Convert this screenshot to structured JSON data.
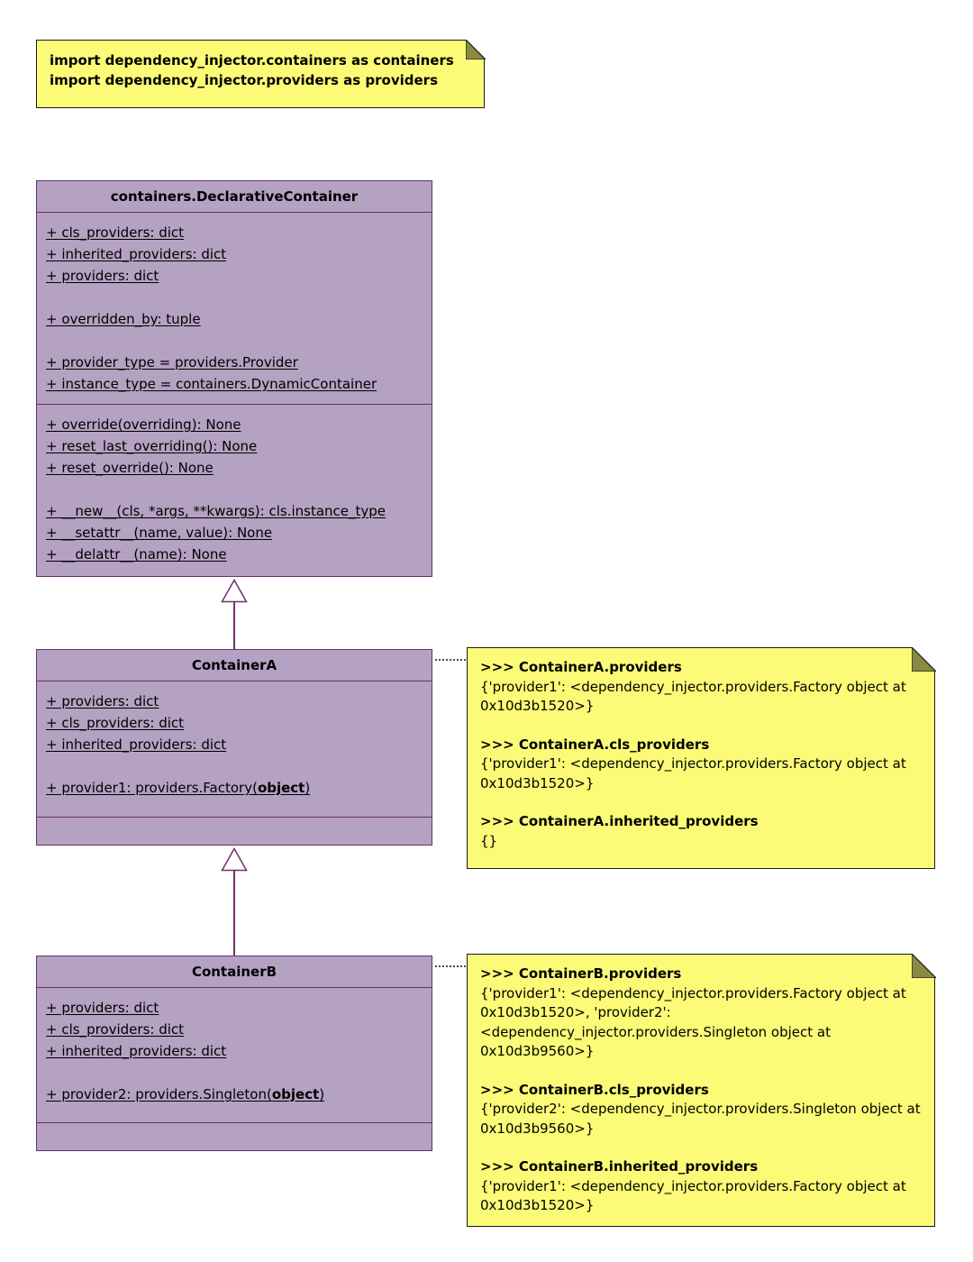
{
  "colors": {
    "class_fill": "#b5a1c2",
    "class_border": "#68306a",
    "note_fill": "#fbfb77",
    "note_fold": "#8a8a42",
    "note_border": "#1c1c1c",
    "edge_color": "#6d2f6d"
  },
  "import_note": {
    "line1": "import dependency_injector.containers as containers",
    "line2": "import dependency_injector.providers as providers"
  },
  "declarative_container": {
    "title": "containers.DeclarativeContainer",
    "attributes": [
      "+ cls_providers: dict",
      "+ inherited_providers: dict",
      "+ providers: dict",
      "",
      "+ overridden_by: tuple",
      "",
      "+ provider_type = providers.Provider",
      "+ instance_type = containers.DynamicContainer"
    ],
    "methods": [
      "+ override(overriding): None",
      "+ reset_last_overriding(): None",
      "+ reset_override(): None",
      "",
      "+ __new__(cls, *args, **kwargs): cls.instance_type",
      "+ __setattr__(name, value): None",
      "+ __delattr__(name): None"
    ]
  },
  "container_a": {
    "title": "ContainerA",
    "attributes": [
      "+ providers: dict",
      "+ cls_providers: dict",
      "+ inherited_providers: dict",
      ""
    ],
    "provider_line": {
      "prefix": "+ provider1: providers.Factory(",
      "bold": "object",
      "suffix": ")"
    }
  },
  "container_b": {
    "title": "ContainerB",
    "attributes": [
      "+ providers: dict",
      "+ cls_providers: dict",
      "+ inherited_providers: dict",
      ""
    ],
    "provider_line": {
      "prefix": "+ provider2: providers.Singleton(",
      "bold": "object",
      "suffix": ")"
    }
  },
  "note_a": {
    "blocks": [
      {
        "header": ">>> ContainerA.providers",
        "body": "{'provider1': <dependency_injector.providers.Factory object at 0x10d3b1520>}"
      },
      {
        "header": ">>> ContainerA.cls_providers",
        "body": "{'provider1': <dependency_injector.providers.Factory object at 0x10d3b1520>}"
      },
      {
        "header": ">>> ContainerA.inherited_providers",
        "body": "{}"
      }
    ]
  },
  "note_b": {
    "blocks": [
      {
        "header": ">>> ContainerB.providers",
        "body": "{'provider1': <dependency_injector.providers.Factory object at 0x10d3b1520>, 'provider2': <dependency_injector.providers.Singleton object at 0x10d3b9560>}"
      },
      {
        "header": ">>> ContainerB.cls_providers",
        "body": "{'provider2': <dependency_injector.providers.Singleton object at 0x10d3b9560>}"
      },
      {
        "header": ">>> ContainerB.inherited_providers",
        "body": "{'provider1': <dependency_injector.providers.Factory object at 0x10d3b1520>}"
      }
    ]
  }
}
